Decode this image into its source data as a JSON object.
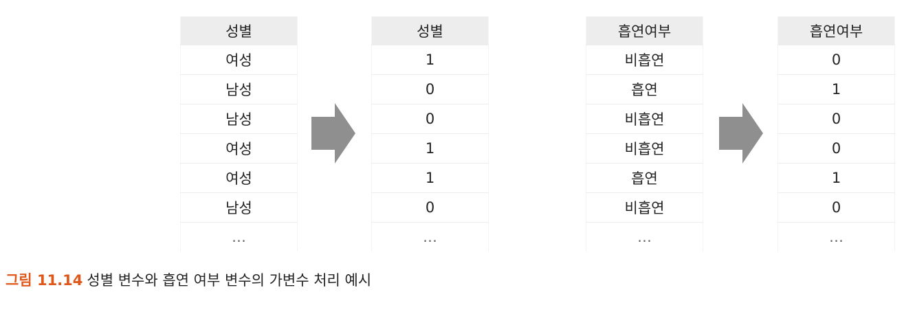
{
  "tables": [
    {
      "header": "성별",
      "rows": [
        "여성",
        "남성",
        "남성",
        "여성",
        "여성",
        "남성",
        "…"
      ]
    },
    {
      "header": "성별",
      "rows": [
        "1",
        "0",
        "0",
        "1",
        "1",
        "0",
        "…"
      ]
    },
    {
      "header": "흡연여부",
      "rows": [
        "비흡연",
        "흡연",
        "비흡연",
        "비흡연",
        "흡연",
        "비흡연",
        "…"
      ]
    },
    {
      "header": "흡연여부",
      "rows": [
        "0",
        "1",
        "0",
        "0",
        "1",
        "0",
        "…"
      ]
    }
  ],
  "arrow_icon": "right-arrow-icon",
  "colors": {
    "arrow": "#8f8f8f",
    "header_bg": "#ededed",
    "caption_label": "#e0571a"
  },
  "caption": {
    "label": "그림 11.14",
    "text": "성별 변수와 흡연 여부 변수의 가변수 처리 예시"
  }
}
